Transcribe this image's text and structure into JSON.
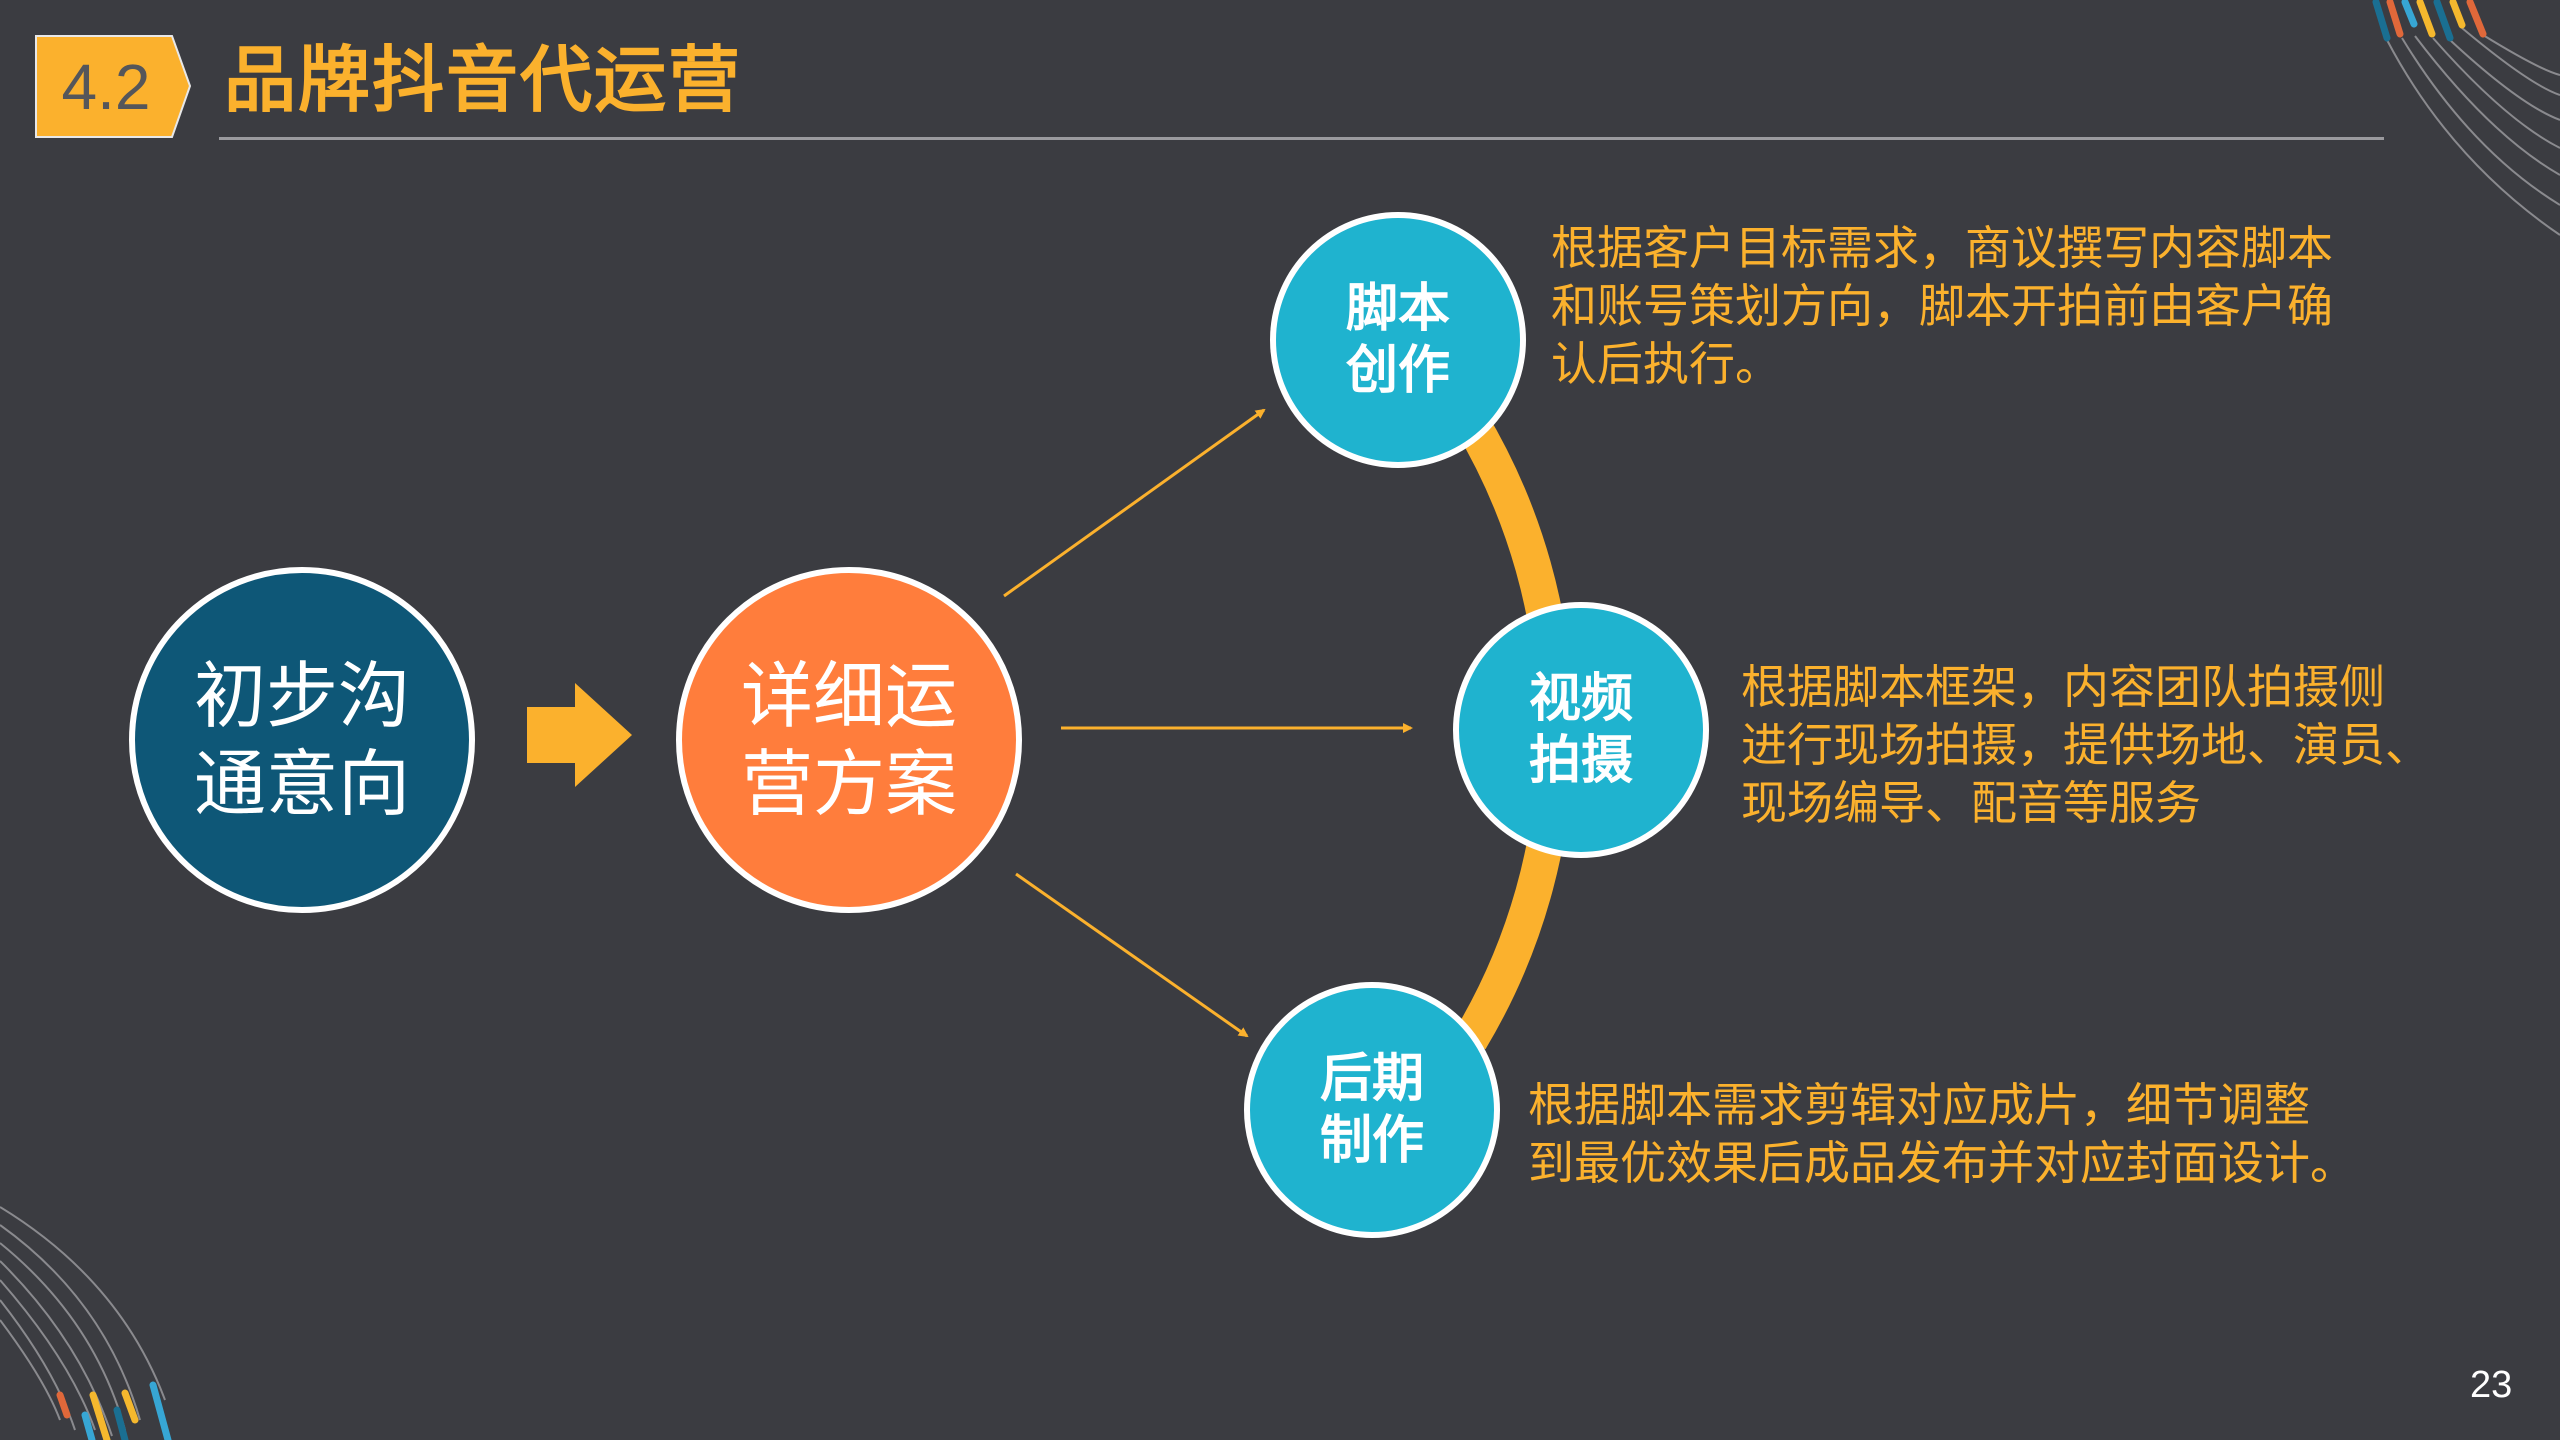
{
  "header": {
    "section_number": "4.2",
    "title": "品牌抖音代运营"
  },
  "colors": {
    "background": "#3b3c41",
    "accent": "#fbb12d",
    "dark_blue": "#0e5777",
    "orange": "#ff7d3c",
    "cyan": "#1fb3cf"
  },
  "flow": {
    "start": {
      "lines": [
        "初步沟",
        "通意向"
      ]
    },
    "plan": {
      "lines": [
        "详细运",
        "营方案"
      ]
    },
    "steps": [
      {
        "lines": [
          "脚本",
          "创作"
        ],
        "description": [
          "根据客户目标需求，商议撰写内容脚本",
          "和账号策划方向，脚本开拍前由客户确",
          "认后执行。"
        ]
      },
      {
        "lines": [
          "视频",
          "拍摄"
        ],
        "description": [
          "根据脚本框架，内容团队拍摄侧",
          "进行现场拍摄，提供场地、演员、",
          "现场编导、配音等服务"
        ]
      },
      {
        "lines": [
          "后期",
          "制作"
        ],
        "description": [
          "根据脚本需求剪辑对应成片，细节调整",
          "到最优效果后成品发布并对应封面设计。"
        ]
      }
    ]
  },
  "page_number": "23"
}
